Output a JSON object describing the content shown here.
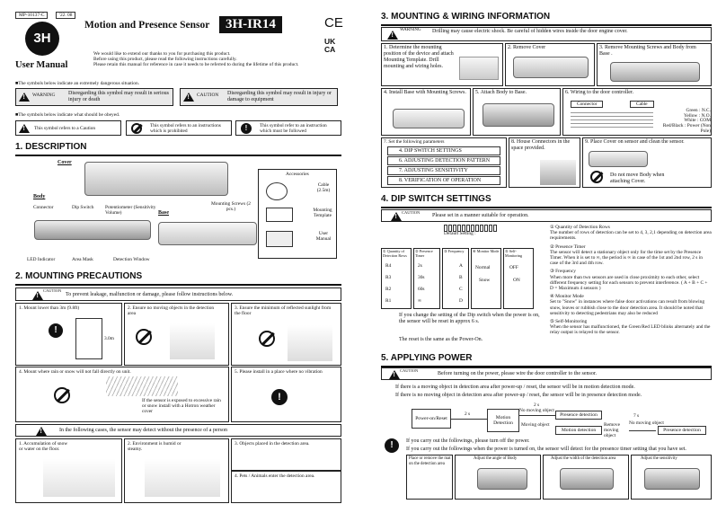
{
  "header": {
    "doc_code": "MP-10137-C",
    "date": "'22. 08",
    "logo": "3H",
    "title": "Motion and Presence Sensor",
    "model": "3H-IR14",
    "manual_label": "User Manual",
    "intro": [
      "We would like to extend our thanks to you for purchasing this product.",
      "Before using this product, please read the following instructions carefully.",
      "Please retain this manual for reference in case it needs to be referred to during the lifetime of this product."
    ],
    "ce_mark": "CE",
    "ukca_mark": "UK CA"
  },
  "symbols": {
    "danger_note": "■The symbols below indicate an extremely dangerous situation.",
    "warning_label": "WARNING",
    "warning_text": "Disregarding this symbol may result in serious injury or death",
    "caution_label": "CAUTION",
    "caution_text": "Disregarding this symbol may result in injury or damage to equipment",
    "obey_note": "■The symbols below indicate what should be obeyed.",
    "caution_ref": "This symbol refers to a Caution",
    "prohibited_ref": "This symbol refers to an instructions which is prohibited",
    "must_ref": "This symbol refer to an instruction which must be followed"
  },
  "description": {
    "heading": "1. DESCRIPTION",
    "cover": "Cover",
    "body": "Body",
    "base": "Base",
    "connector": "Connector",
    "dip_switch": "Dip Switch",
    "potentiometer": "Potentiometer (Sensitivity Volume)",
    "led": "LED Indicator",
    "area_mask": "Area Mask",
    "detection_window": "Detection Window",
    "screws": "Mounting Screws (2 pcs.)",
    "accessories": "Accessories",
    "cable": "Cable (2.5m)",
    "template": "Mounting Template",
    "user_manual": "User Manual"
  },
  "precautions": {
    "heading": "2. MOUNTING PRECAUTIONS",
    "caution_label": "CAUTION",
    "caution_text": "To prevent leakage, malfunction or damage, please follow instructions below.",
    "items": [
      "1. Mount lower than 3m (9.8ft)",
      "2. Ensure no moving objects in the detection area",
      "3. Ensure the minimum of reflected sunlight from the floor",
      "4. Mount where rain or snow will not fall directly on unit.",
      "5. Please install in a place where no vibration"
    ],
    "height_label": "3.0m",
    "rain_note": "If the sensor is exposed to excessive rain or snow install with a Hotron weather cover",
    "detect_note": "In the following cases, the sensor may detect without the presence of a person",
    "cases": [
      "1. Accumulation of snow or water on the floor.",
      "2. Environment is humid or steamy.",
      "3. Objects placed in the detection area.",
      "4. Pets / Animals enter the detection area."
    ]
  },
  "mounting": {
    "heading": "3. MOUNTING & WIRING INFORMATION",
    "warning_label": "WARNING",
    "warning_text": "Drilling may cause electric shock. Be careful of hidden wires inside the door engine cover.",
    "steps": [
      "1. Determine the mounting position of the device and attach Mounting Template. Drill mounting and wiring holes.",
      "2. Remove Cover",
      "3. Remove Mounting Screws and Body from Base .",
      "4. Install Base with Mounting Screws.",
      "5. Attach Body to Base.",
      "6. Wiring to the door controller."
    ],
    "connector": "Connector",
    "cable": "Cable",
    "wires": [
      "Green : N.C.",
      "Yellow : N.O.",
      "White : COM",
      "Red/Black : Power (Non Pole)"
    ],
    "params_title": "7. Set the following parameters",
    "params": [
      "4. DIP SWITCH SETTINGS",
      "6. ADJUSTING DETECTION PATTERN",
      "7. ADJUSTING SENSITIVITY",
      "8. VERIFICATION OF OPERATION"
    ],
    "step8": "8. House Connectors in the space provided.",
    "step9": "9. Place Cover on sensor and clean the sensor.",
    "no_move": "Do not move Body when attaching Cover."
  },
  "dip": {
    "heading": "4. DIP SWITCH SETTINGS",
    "caution_label": "CAUTION",
    "caution_text": "Please set in a manner suitable for operation.",
    "default_label": "Default Setting :",
    "columns": [
      "① Quantity of Detection Rows",
      "② Presence Timer",
      "③ Frequency",
      "④ Monitor Mode",
      "⑤ Self-Monitoring"
    ],
    "rows_vals": [
      "R4",
      "R3",
      "R2",
      "R1"
    ],
    "timer_vals": [
      "2s",
      "30s",
      "60s",
      "∞"
    ],
    "freq_vals": [
      "A",
      "B",
      "C",
      "D"
    ],
    "mode_vals": [
      "Normal",
      "Snow"
    ],
    "self_vals": [
      "OFF",
      "ON"
    ],
    "change_note": "If you change the setting of the Dip switch when the power is on, the sensor will be reset in approx 6 s.",
    "reset_note": "The reset is the same as the Power-On.",
    "desc": [
      {
        "t": "① Quantity of Detection Rows",
        "d": "The number of rows of detection can be set to 4, 3, 2,1 depending on detection area requirements."
      },
      {
        "t": "② Presence Timer",
        "d": "The sensor will detect a stationary object only for the time set by the Presence Timer. When it is set to ∞, the period is ∞ in case of the 1st and 2nd row, 2 s in case of the 3rd and 4th row."
      },
      {
        "t": "③ Frequency",
        "d": "When more than two sensors are used in close proximity to each other, select different frequency setting for each sensors to prevent interference. ( A + B + C + D = Maximum 4 sensors )"
      },
      {
        "t": "④ Monitor Mode",
        "d": "Set to \"Snow\" in instances where false door activations can result from blowing snow, leaves or rubbish close to the door detection area. It should be noted that sensitivity to detecting pedestrians may also be reduced"
      },
      {
        "t": "⑤ Self-Monitoring",
        "d": "When the sensor has malfunctioned, the Green/Red LED blinks alternately and the relay output is relayed to the sensor."
      }
    ]
  },
  "power": {
    "heading": "5. APPLYING POWER",
    "caution_label": "CAUTION",
    "caution_text": "Before turning on the power, please wire the door controller to the sensor.",
    "line1": "If there is a moving object in detection area after power-up / reset, the sensor will be in motion detection mode.",
    "line2": "If there is no moving object in detection area after power-up / reset, the sensor will be in presence detection mode.",
    "flow_power": "Power-on/Reset",
    "flow_motion": "Motion Detection",
    "flow_2s_a": "2 s",
    "flow_2s_b": "2 s",
    "flow_7s": "7 s",
    "flow_no_moving_a": "No moving object",
    "flow_moving": "Moving object",
    "flow_presence": "Presence detection",
    "flow_motion2": "Motion detection",
    "flow_remove": "Remove moving object",
    "flow_no_moving_b": "No moving object",
    "flow_presence2": "Presence detection",
    "carry1": "If you carry out the followings, please turn off the power.",
    "carry2": "If you carry out the followings when the power is turned on, the sensor will detect for the presence timer setting that you have set.",
    "actions": [
      "Place or remove the mat on the detection area",
      "Adjust the angle of Body",
      "Adjust the width of the detection area",
      "Adjust the sensitivity"
    ]
  }
}
